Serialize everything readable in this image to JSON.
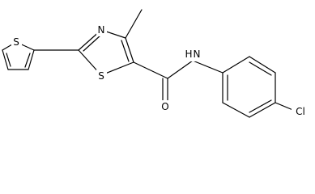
{
  "structure": {
    "atoms": {
      "thiophene_sulfur": "S",
      "thiazole_nitrogen": "N",
      "thiazole_sulfur": "S",
      "amide_nitrogen_h": "H",
      "amide_nitrogen": "N",
      "carbonyl_oxygen": "O",
      "chlorine": "Cl"
    }
  },
  "colors": {
    "bond": "#000000",
    "background": "#ffffff"
  }
}
